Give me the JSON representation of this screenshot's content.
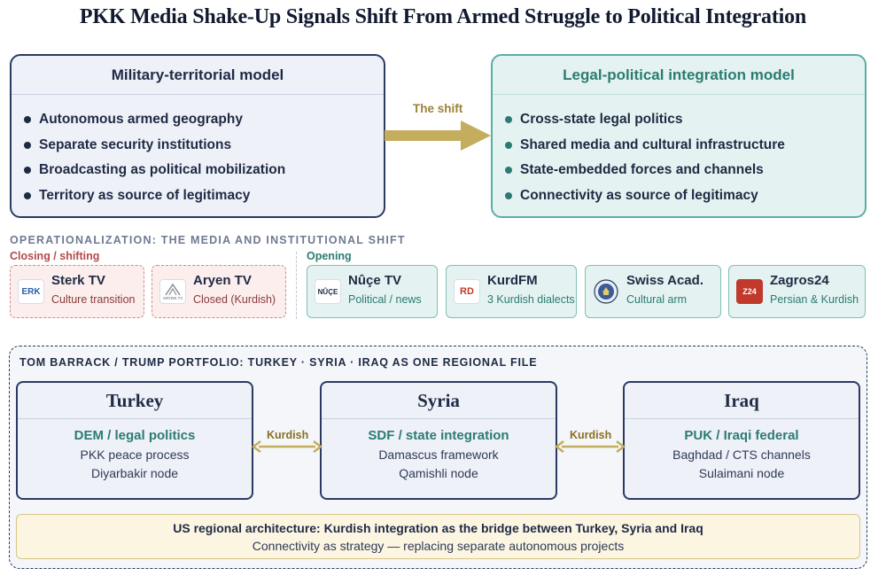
{
  "title": "PKK Media Shake-Up Signals Shift From Armed Struggle to Political Integration",
  "colors": {
    "navy": "#2b3a63",
    "teal": "#2c7b72",
    "gold": "#c4ad5c",
    "closing_red": "#b54a4a"
  },
  "left_model": {
    "heading": "Military-territorial model",
    "items": [
      "Autonomous armed geography",
      "Separate security institutions",
      "Broadcasting as political mobilization",
      "Territory as source of legitimacy"
    ]
  },
  "right_model": {
    "heading": "Legal-political integration model",
    "items": [
      "Cross-state legal politics",
      "Shared media and cultural infrastructure",
      "State-embedded forces and channels",
      "Connectivity as source of legitimacy"
    ]
  },
  "shift_label": "The shift",
  "operationalization": {
    "heading": "OPERATIONALIZATION: THE MEDIA AND INSTITUTIONAL SHIFT",
    "closing_label": "Closing / shifting",
    "opening_label": "Opening",
    "closing": [
      {
        "name": "Sterk TV",
        "sub": "Culture transition",
        "logo": "ERK",
        "icon": "sterk-tv-logo"
      },
      {
        "name": "Aryen TV",
        "sub": "Closed (Kurdish)",
        "logo": "ARYEN TV",
        "icon": "aryen-tv-logo"
      }
    ],
    "opening": [
      {
        "name": "Nûçe TV",
        "sub": "Political / news",
        "logo": "NÛÇE",
        "icon": "nuce-tv-logo"
      },
      {
        "name": "KurdFM",
        "sub": "3 Kurdish dialects",
        "logo": "RD",
        "icon": "kurdfm-logo"
      },
      {
        "name": "Swiss Acad.",
        "sub": "Cultural arm",
        "logo": "",
        "icon": "swiss-academy-seal"
      },
      {
        "name": "Zagros24",
        "sub": "Persian & Kurdish",
        "logo": "Z24",
        "icon": "zagros24-logo"
      }
    ]
  },
  "regional": {
    "heading": "TOM BARRACK / TRUMP PORTFOLIO: TURKEY · SYRIA · IRAQ AS ONE REGIONAL FILE",
    "countries": [
      {
        "name": "Turkey",
        "main": "DEM / legal politics",
        "line1": "PKK peace process",
        "line2": "Diyarbakir node"
      },
      {
        "name": "Syria",
        "main": "SDF / state integration",
        "line1": "Damascus framework",
        "line2": "Qamishli node"
      },
      {
        "name": "Iraq",
        "main": "PUK / Iraqi federal",
        "line1": "Baghdad / CTS channels",
        "line2": "Sulaimani node"
      }
    ],
    "link_label_1": "Kurdish",
    "link_label_2": "Kurdish",
    "us_title": "US regional architecture: Kurdish integration as the bridge between Turkey, Syria and Iraq",
    "us_sub": "Connectivity as strategy — replacing separate autonomous projects"
  }
}
